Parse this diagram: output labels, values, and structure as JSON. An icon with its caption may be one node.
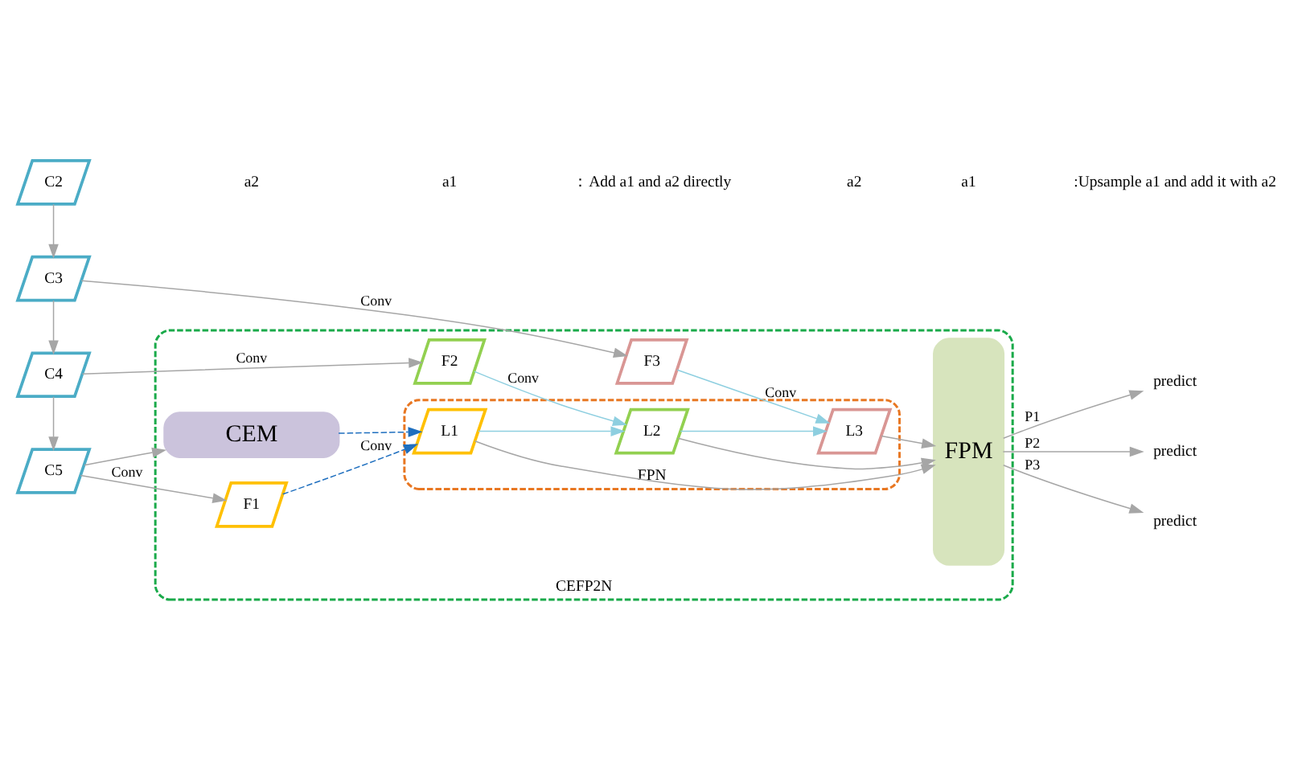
{
  "diagram": {
    "nodes": [
      {
        "text": [
          "CEFP2N"
        ]
      },
      {
        "text": [
          "CEM"
        ],
        "in": 0
      },
      {
        "text": [
          "FPN"
        ],
        "in": 0
      },
      {
        "text": [
          "F1"
        ],
        "in": 0
      },
      {
        "text": [
          "F2"
        ],
        "in": 0
      },
      {
        "text": [
          "F3"
        ],
        "in": 0
      },
      {
        "text": [
          "L1"
        ],
        "in": 2
      },
      {
        "text": [
          "L2"
        ],
        "in": 2
      },
      {
        "text": [
          "L3"
        ],
        "in": 2
      },
      {
        "text": [
          "FPM"
        ],
        "in": 0
      },
      {
        "text": [
          "C5"
        ]
      },
      {
        "text": [
          "C4"
        ]
      },
      {
        "text": [
          "C3"
        ]
      },
      {
        "text": [
          "C2"
        ]
      },
      {
        "text": [
          "predict"
        ]
      },
      {
        "text": [
          "predict"
        ]
      },
      {
        "text": [
          "predict"
        ]
      }
    ],
    "edges": [
      {
        "from": 13,
        "to": 12,
        "arrow": "to"
      },
      {
        "from": 12,
        "to": 11,
        "arrow": "to"
      },
      {
        "from": 11,
        "to": 10,
        "arrow": "to"
      },
      {
        "from": 10,
        "to": 1,
        "arrow": "to"
      },
      {
        "from": 10,
        "to": 3,
        "arrow": "to",
        "label": "Conv"
      },
      {
        "from": 11,
        "to": 4,
        "arrow": "to",
        "label": "Conv"
      },
      {
        "from": 12,
        "to": 5,
        "arrow": "to",
        "label": "Conv"
      },
      {
        "from": 1,
        "to": 6,
        "arrow": "to",
        "style": "dashed",
        "color": "#1f6fbf"
      },
      {
        "from": 3,
        "to": 6,
        "arrow": "to",
        "label": "Conv",
        "style": "dashed",
        "color": "#1f6fbf"
      },
      {
        "from": 4,
        "to": 7,
        "arrow": "to",
        "label": "Conv",
        "color": "#8ecfe0"
      },
      {
        "from": 5,
        "to": 8,
        "arrow": "to",
        "label": "Conv",
        "color": "#8ecfe0"
      },
      {
        "from": 6,
        "to": 7,
        "arrow": "to",
        "color": "#8ecfe0"
      },
      {
        "from": 7,
        "to": 8,
        "arrow": "to",
        "color": "#8ecfe0"
      },
      {
        "from": 6,
        "to": 9,
        "arrow": "to"
      },
      {
        "from": 7,
        "to": 9,
        "arrow": "to"
      },
      {
        "from": 8,
        "to": 9,
        "arrow": "to"
      },
      {
        "from": 9,
        "to": 14,
        "arrow": "to",
        "label": "P1"
      },
      {
        "from": 9,
        "to": 15,
        "arrow": "to",
        "label": "P2"
      },
      {
        "from": 9,
        "to": 16,
        "arrow": "to",
        "label": "P3"
      }
    ],
    "labels": [
      "a1",
      "a2",
      "a1",
      "a2"
    ],
    "legend": [
      {
        "text": "：Add a1 and a2 directly"
      },
      {
        "text": ":Upsample a1 and add it with a2"
      }
    ]
  }
}
